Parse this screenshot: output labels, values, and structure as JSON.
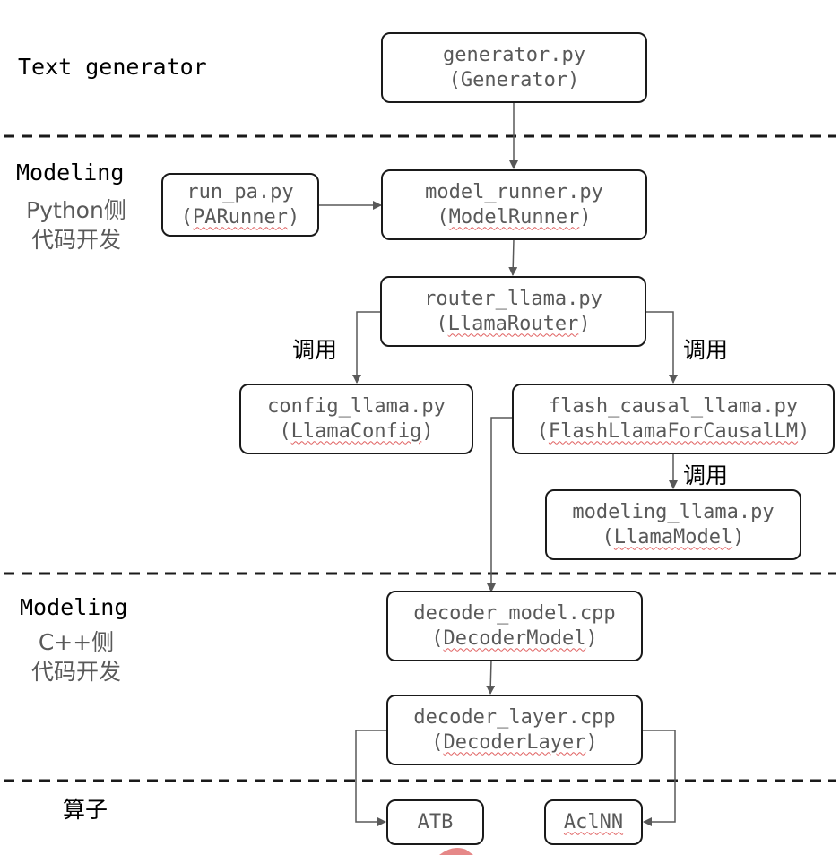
{
  "sections": {
    "text_generator": {
      "title": "Text generator"
    },
    "python": {
      "title": "Modeling",
      "sub1": "Python侧",
      "sub2": "代码开发"
    },
    "cpp": {
      "title": "Modeling",
      "sub1": "C++侧",
      "sub2": "代码开发"
    },
    "ops": {
      "title": "算子"
    }
  },
  "edge_labels": {
    "call_left": "调用",
    "call_right": "调用",
    "call_modeling": "调用"
  },
  "nodes": {
    "generator": {
      "file": "generator.py",
      "cls": "Generator"
    },
    "run_pa": {
      "file": "run_pa.py",
      "cls": "PARunner"
    },
    "model_runner": {
      "file": "model_runner.py",
      "cls": "ModelRunner"
    },
    "router_llama": {
      "file": "router_llama.py",
      "cls": "LlamaRouter"
    },
    "config_llama": {
      "file": "config_llama.py",
      "cls": "LlamaConfig"
    },
    "flash_causal_llama": {
      "file": "flash_causal_llama.py",
      "cls": "FlashLlamaForCausalLM"
    },
    "modeling_llama": {
      "file": "modeling_llama.py",
      "cls": "LlamaModel"
    },
    "decoder_model": {
      "file": "decoder_model.cpp",
      "cls": "DecoderModel"
    },
    "decoder_layer": {
      "file": "decoder_layer.cpp",
      "cls": "DecoderLayer"
    },
    "atb": {
      "file": "ATB"
    },
    "aclnn": {
      "file": "AclNN"
    }
  },
  "colors": {
    "line": "#595959",
    "border": "#1a1a1a",
    "node_text": "#595959",
    "dash": "#1a1a1a"
  }
}
